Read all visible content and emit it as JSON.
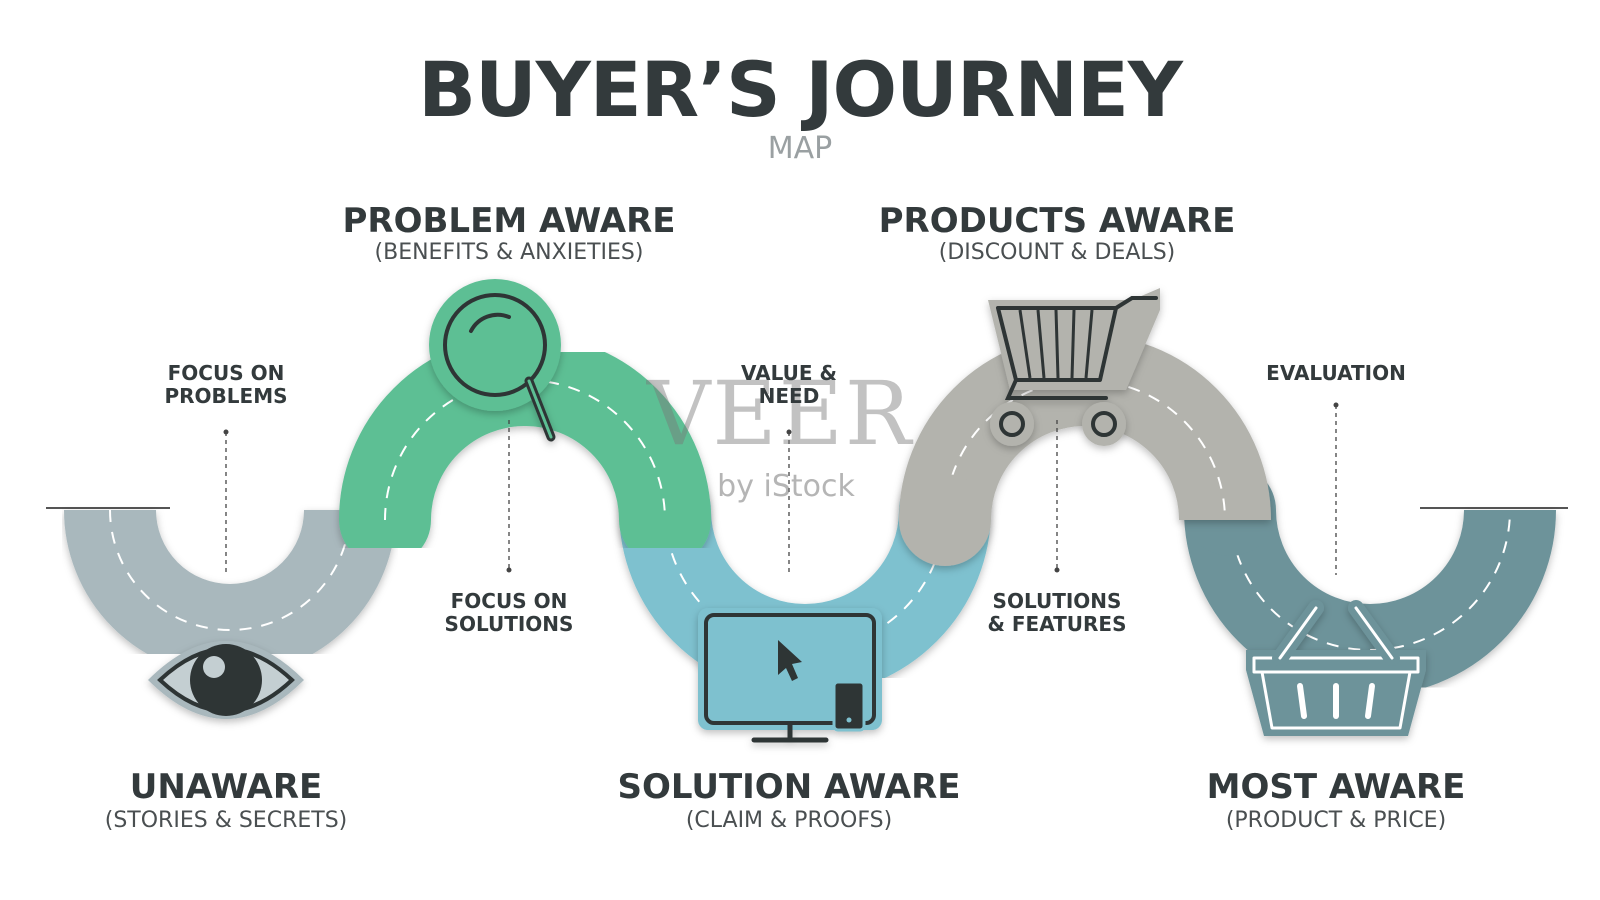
{
  "header": {
    "title": "BUYER’S JOURNEY",
    "subtitle": "MAP"
  },
  "stages": [
    {
      "key": "unaware",
      "title": "UNAWARE",
      "subtitle": "(STORIES & SECRETS)",
      "icon": "eye-icon",
      "color": "#a9b8bd"
    },
    {
      "key": "problem",
      "title": "PROBLEM AWARE",
      "subtitle": "(BENEFITS & ANXIETIES)",
      "icon": "magnifier-icon",
      "color": "#5dbf94"
    },
    {
      "key": "solution",
      "title": "SOLUTION AWARE",
      "subtitle": "(CLAIM & PROOFS)",
      "icon": "computer-icon",
      "color": "#7ec1cf"
    },
    {
      "key": "products",
      "title": "PRODUCTS AWARE",
      "subtitle": "(DISCOUNT & DEALS)",
      "icon": "shopping-cart-icon",
      "color": "#b3b3ad"
    },
    {
      "key": "most",
      "title": "MOST AWARE",
      "subtitle": "(PRODUCT & PRICE)",
      "icon": "basket-icon",
      "color": "#6d939a"
    }
  ],
  "focus_labels": [
    {
      "line1": "FOCUS ON",
      "line2": "PROBLEMS"
    },
    {
      "line1": "FOCUS ON",
      "line2": "SOLUTIONS"
    },
    {
      "line1": "VALUE &",
      "line2": "NEED"
    },
    {
      "line1": "SOLUTIONS",
      "line2": "& FEATURES"
    },
    {
      "line1": "EVALUATION",
      "line2": ""
    }
  ],
  "watermark": {
    "brand": "VEER",
    "by": "by iStock"
  }
}
